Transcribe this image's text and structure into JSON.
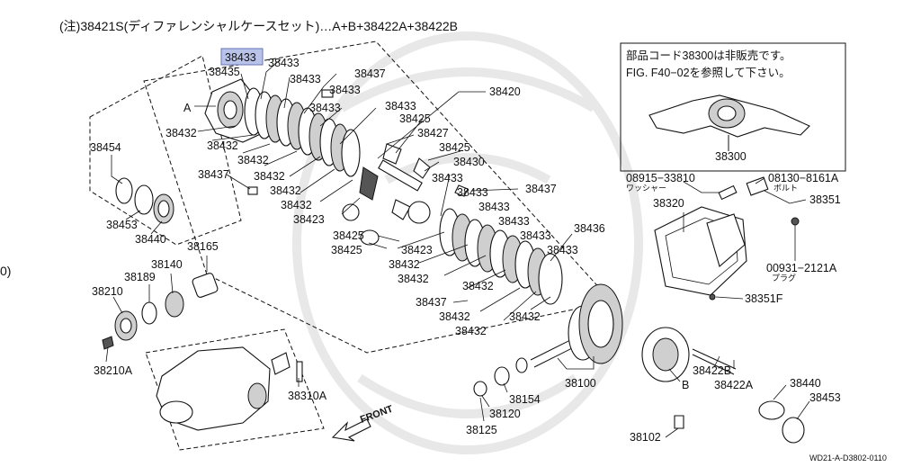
{
  "header": {
    "note": "(注)38421S(ディファレンシャルケースセット)…A+B+38422A+38422B"
  },
  "info_box": {
    "line1": "部品コード38300は非販売です。",
    "line2": "FIG. F40−02を参照して下さい。",
    "axle_label": "38300"
  },
  "side_marker": "0)",
  "front_label": "FRONT",
  "drawing_code": "WD21-A-D3802-0110",
  "highlighted_label": "38433",
  "labels": {
    "p38433_b": "38433",
    "p38435": "38435",
    "p38437_a": "38437",
    "p38433_c": "38433",
    "p38433_d": "38433",
    "p38433_e": "38433",
    "p38433_f": "38433",
    "pA": "A",
    "p38432_a": "38432",
    "p38432_b": "38432",
    "p38432_c": "38432",
    "p38432_d": "38432",
    "p38432_e": "38432",
    "p38432_f": "38432",
    "p38425_a": "38425",
    "p38427": "38427",
    "p38425_b": "38425",
    "p38430": "38430",
    "p38423_a": "38423",
    "p38420": "38420",
    "p38454": "38454",
    "p38437_b": "38437",
    "p38453_a": "38453",
    "p38440_a": "38440",
    "p38433_g": "38433",
    "p38433_h": "38433",
    "p38433_i": "38433",
    "p38433_j": "38433",
    "p38433_k": "38433",
    "p38433_l": "38433",
    "p38437_c": "38437",
    "p38436": "38436",
    "p38425_c": "38425",
    "p38425_d": "38425",
    "p38423_b": "38423",
    "p38432_g": "38432",
    "p38432_h": "38432",
    "p38432_i": "38432",
    "p38437_d": "38437",
    "p38432_j": "38432",
    "p38432_k": "38432",
    "p38432_l": "38432",
    "p38165": "38165",
    "p38140": "38140",
    "p38189": "38189",
    "p38210": "38210",
    "p38210A": "38210A",
    "p38310A": "38310A",
    "p08915": "08915−33810",
    "p08915_sub": "ワッシャー",
    "p08130": "08130−8161A",
    "p08130_sub": "ボルト",
    "p38320": "38320",
    "p38351": "38351",
    "p00931": "00931−2121A",
    "p00931_sub": "プラグ",
    "p38351F": "38351F",
    "p38100": "38100",
    "p38154": "38154",
    "p38120": "38120",
    "p38125": "38125",
    "p38422B": "38422B",
    "p38422A": "38422A",
    "pB": "B",
    "p38440_b": "38440",
    "p38453_b": "38453",
    "p38102": "38102"
  }
}
